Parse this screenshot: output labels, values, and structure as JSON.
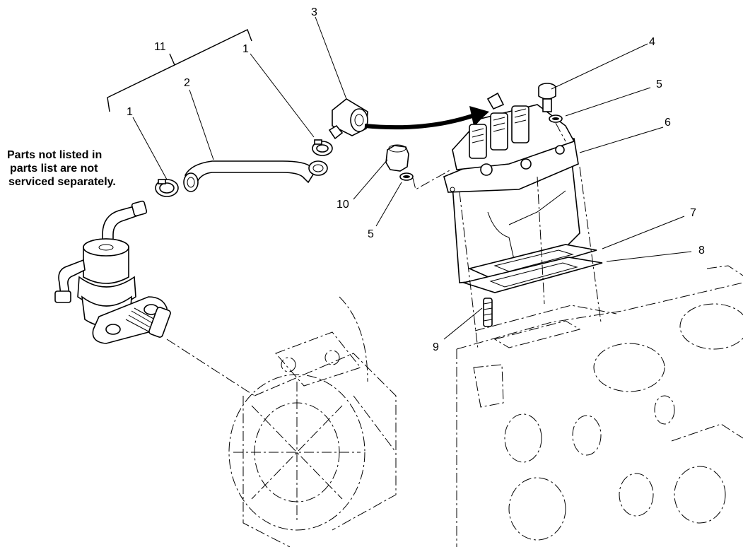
{
  "note": {
    "lines": [
      "Parts not listed in",
      "parts list are not",
      "serviced separately."
    ]
  },
  "callouts": {
    "c11": "11",
    "c1a": "1",
    "c1b": "1",
    "c2": "2",
    "c3": "3",
    "c4": "4",
    "c5a": "5",
    "c5b": "5",
    "c6": "6",
    "c7": "7",
    "c8": "8",
    "c9": "9",
    "c10": "10"
  }
}
